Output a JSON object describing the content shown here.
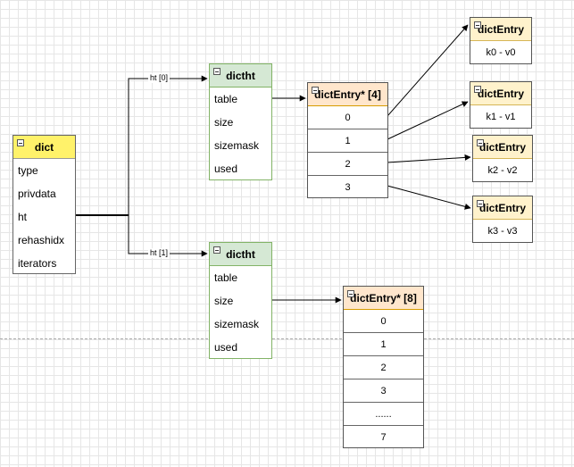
{
  "dict": {
    "title": "dict",
    "fields": [
      "type",
      "privdata",
      "ht",
      "rehashidx",
      "iterators"
    ]
  },
  "ht_labels": {
    "ht0": "ht [0]",
    "ht1": "ht [1]"
  },
  "dictht0": {
    "title": "dictht",
    "fields": [
      "table",
      "size",
      "sizemask",
      "used"
    ]
  },
  "dictht1": {
    "title": "dictht",
    "fields": [
      "table",
      "size",
      "sizemask",
      "used"
    ]
  },
  "array4": {
    "title": "dictEntry* [4]",
    "cells": [
      "0",
      "1",
      "2",
      "3"
    ]
  },
  "array8": {
    "title": "dictEntry* [8]",
    "cells": [
      "0",
      "1",
      "2",
      "3",
      "......",
      "7"
    ]
  },
  "entries": [
    {
      "title": "dictEntry",
      "value": "k0 -  v0"
    },
    {
      "title": "dictEntry",
      "value": "k1 -  v1"
    },
    {
      "title": "dictEntry",
      "value": "k2 -  v2"
    },
    {
      "title": "dictEntry",
      "value": "k3 -  v3"
    }
  ]
}
